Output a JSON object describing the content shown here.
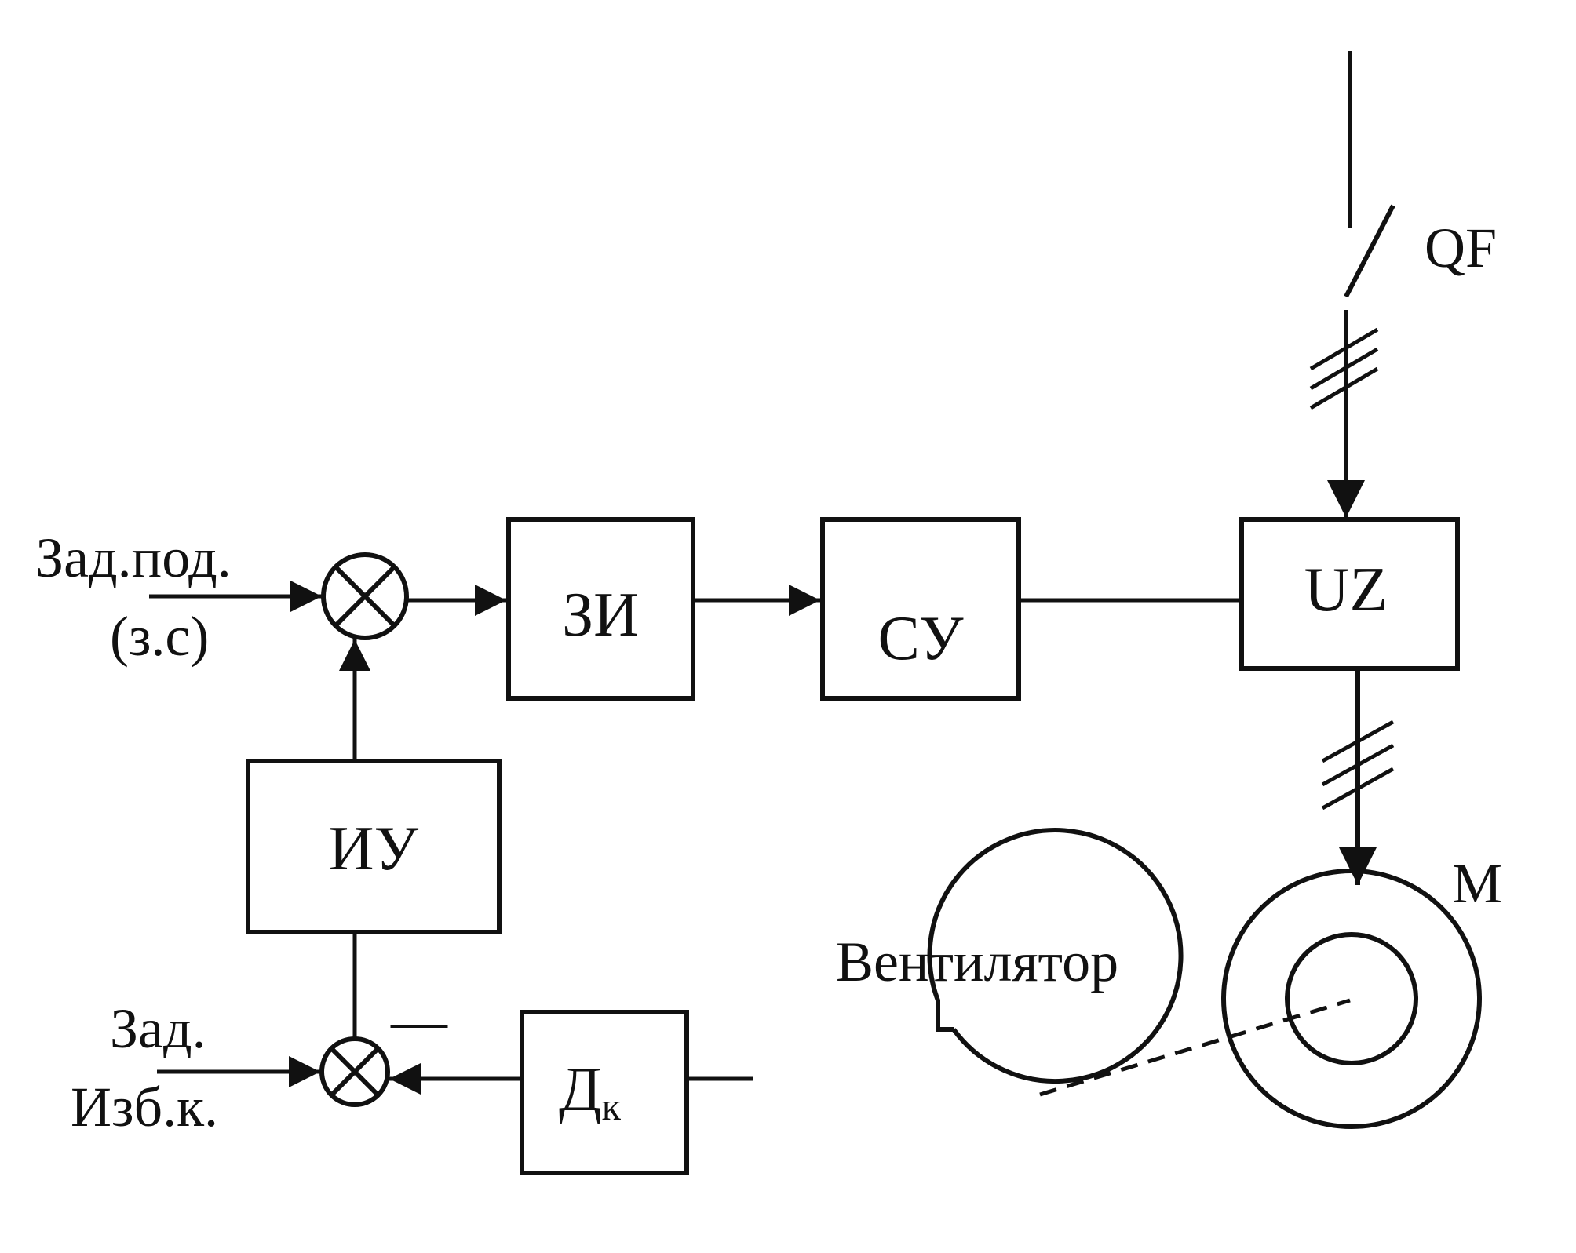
{
  "inputs": {
    "speed_setpoint_line1": "Зад.под.",
    "speed_setpoint_line2": "(з.с)",
    "pressure_setpoint_line1": "Зад.",
    "pressure_setpoint_line2": "Изб.к."
  },
  "blocks": {
    "ramp_generator": "ЗИ",
    "control_system": "СУ",
    "converter": "UZ",
    "measuring_device": "ИУ",
    "sensor_main": "Д",
    "sensor_sub": "к"
  },
  "labels": {
    "breaker": "QF",
    "motor": "M",
    "fan": "Вентилятор",
    "minus_sign": "—"
  }
}
